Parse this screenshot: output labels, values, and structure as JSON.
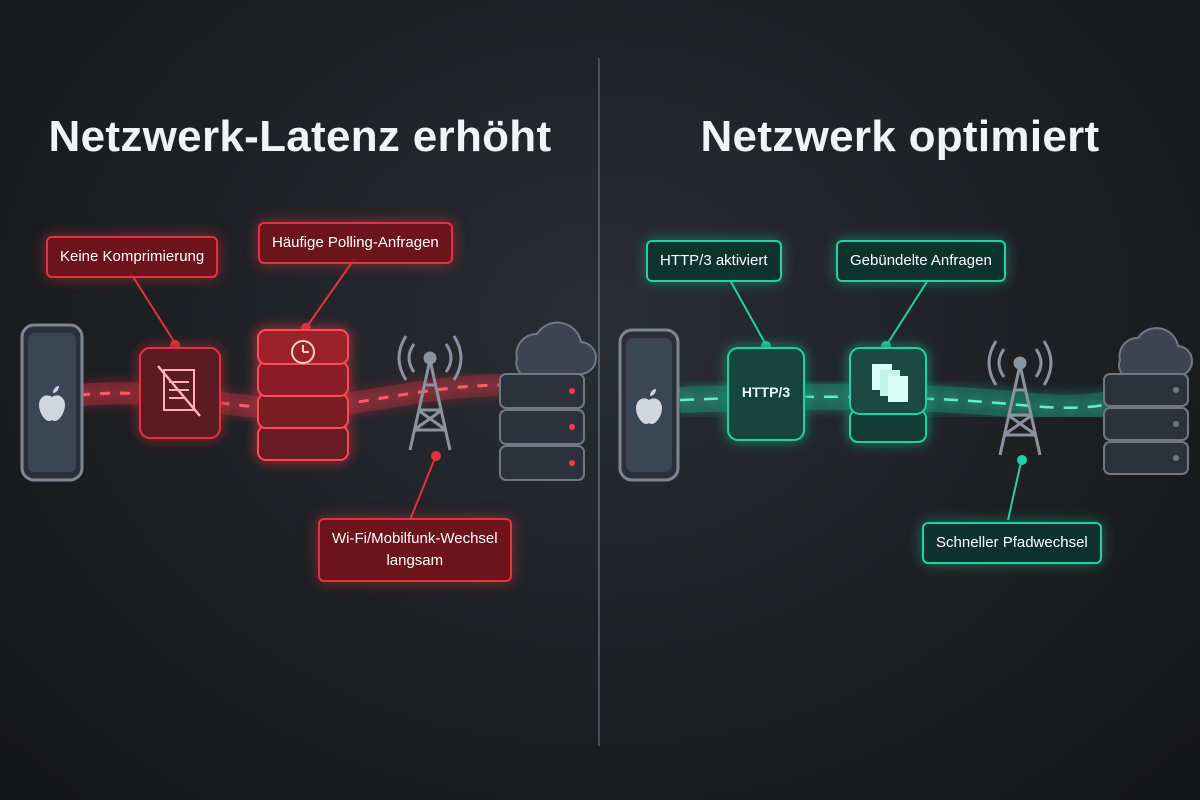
{
  "left": {
    "title": "Netzwerk-Latenz erhöht",
    "labels": {
      "compression": "Keine Komprimierung",
      "polling": "Häufige Polling-Anfragen",
      "switch_line1": "Wi-Fi/Mobilfunk-Wechsel",
      "switch_line2": "langsam"
    },
    "accent": "#e6313f"
  },
  "right": {
    "title": "Netzwerk optimiert",
    "labels": {
      "http3": "HTTP/3 aktiviert",
      "bundled": "Gebündelte Anfragen",
      "fastswitch": "Schneller Pfadwechsel"
    },
    "box_label": "HTTP/3",
    "accent": "#1fd3a6"
  },
  "icons": {
    "phone": "apple-phone-icon",
    "document": "crossed-document-icon",
    "clock": "clock-icon",
    "tower": "radio-tower-icon",
    "server": "server-cloud-icon",
    "documents": "stacked-documents-icon"
  }
}
